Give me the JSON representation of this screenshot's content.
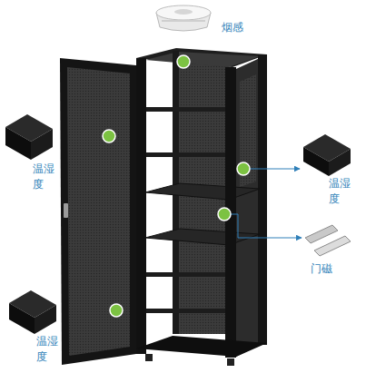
{
  "diagram": {
    "labels": [
      "烟感",
      "温湿度",
      "温湿度",
      "门磁",
      "温湿度"
    ]
  }
}
